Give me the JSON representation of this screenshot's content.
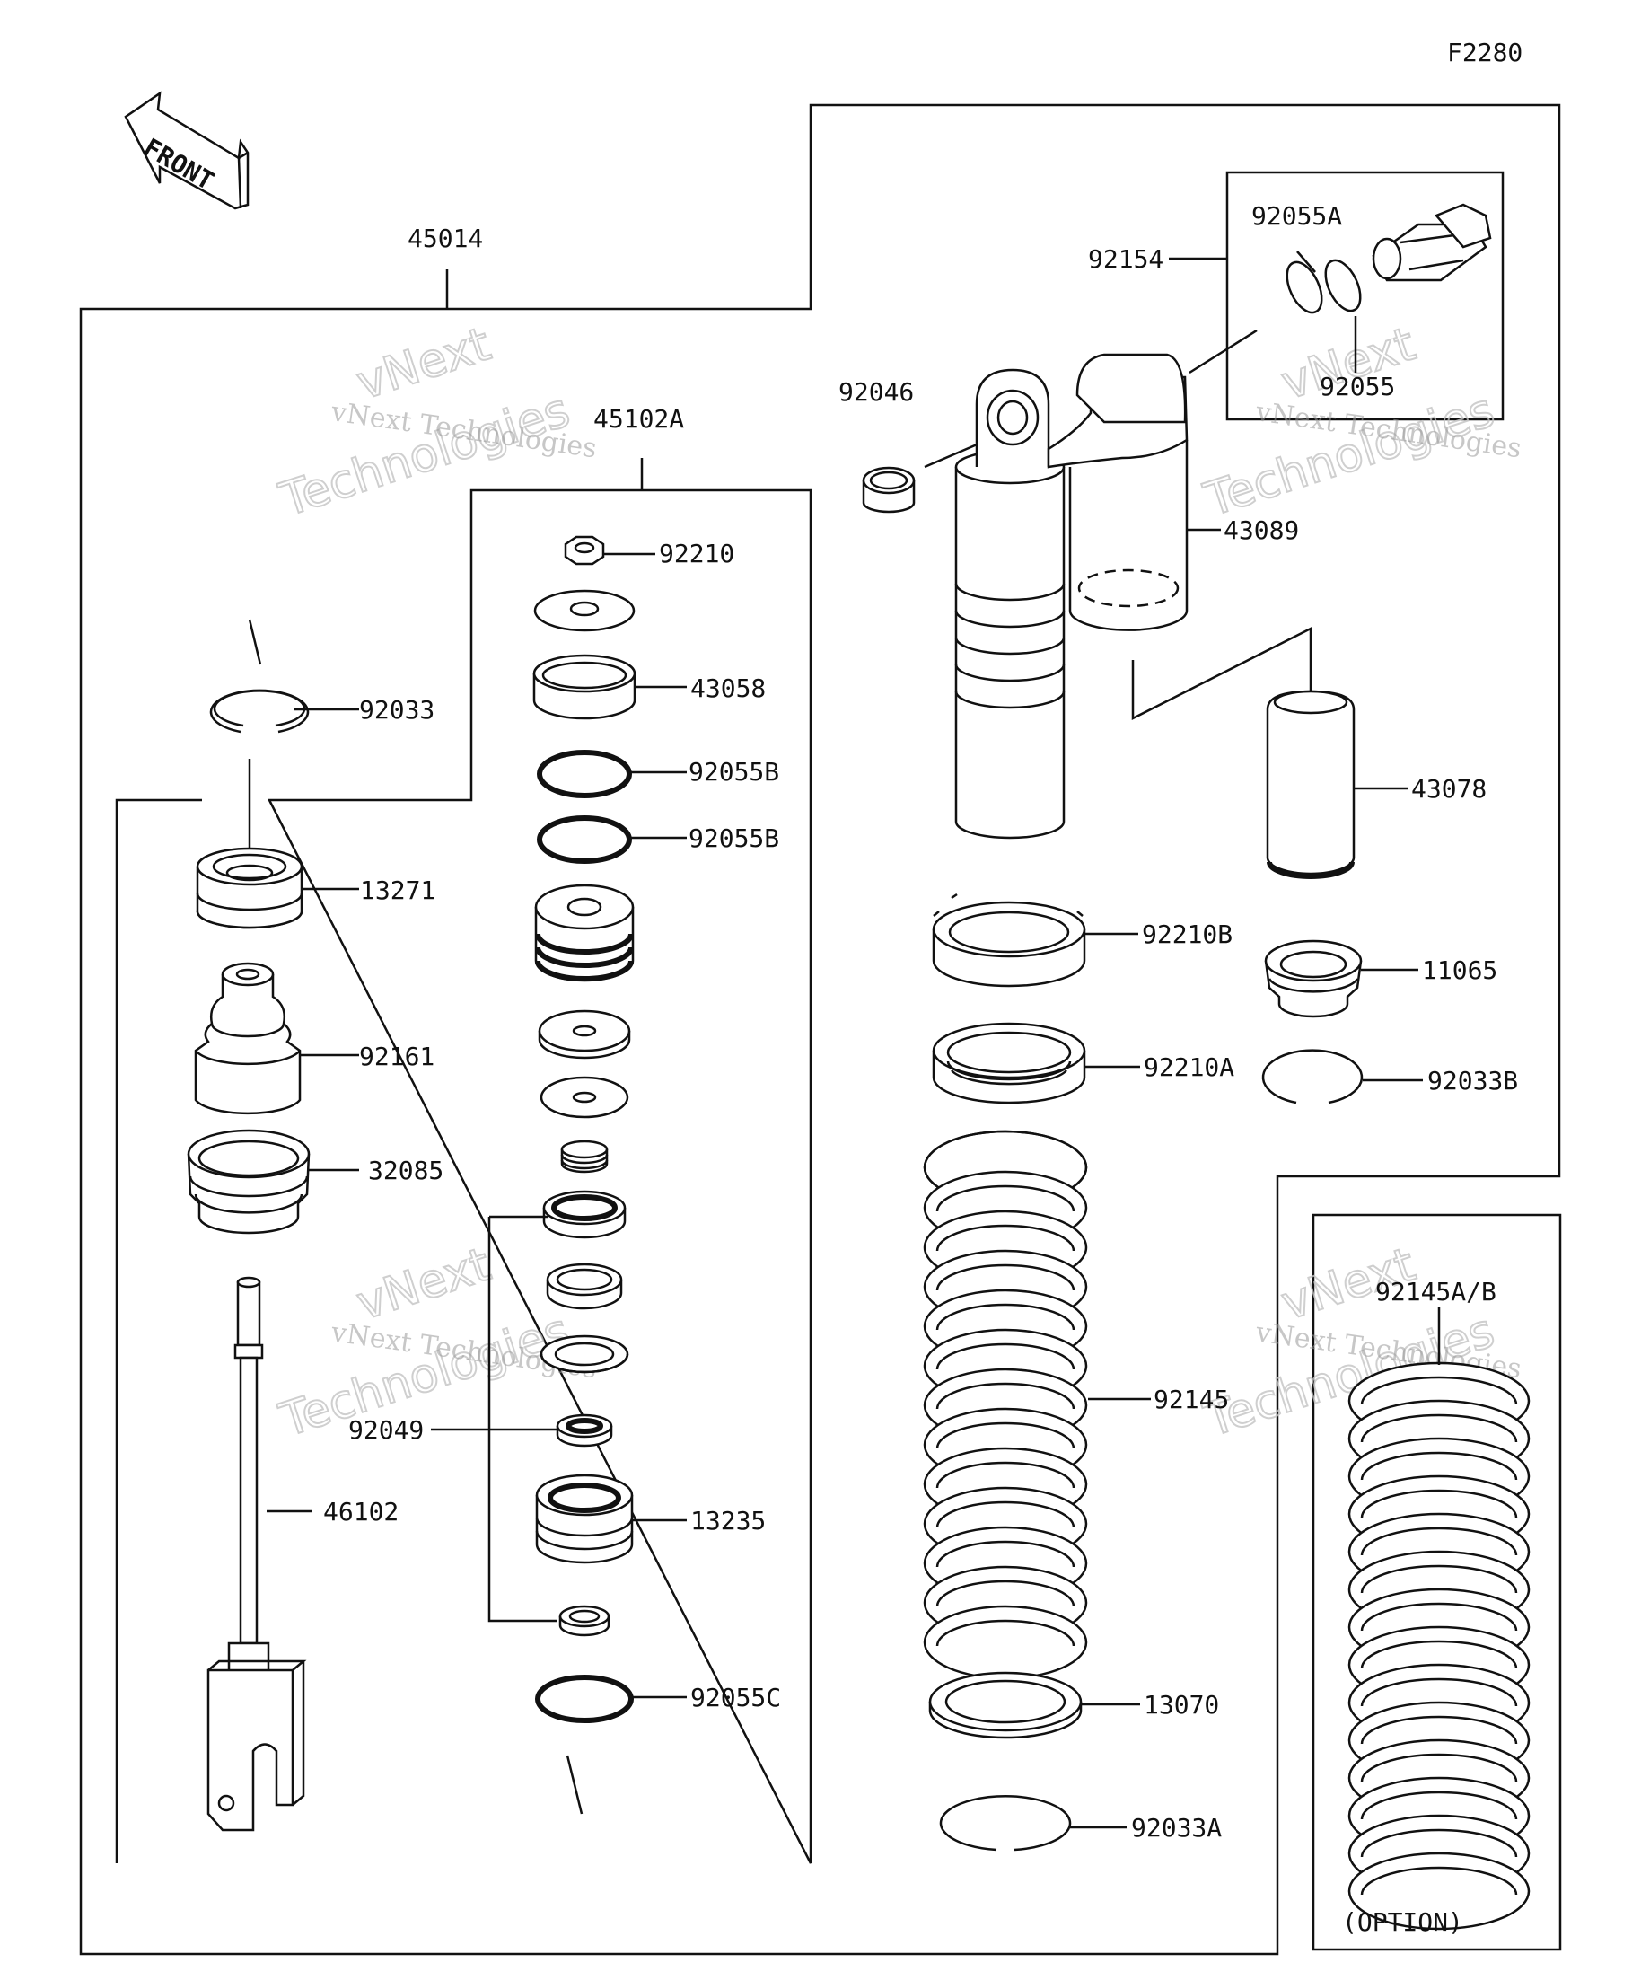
{
  "diagram": {
    "figure_code": "F2280",
    "front_label": "FRONT",
    "option_label": "(OPTION)",
    "watermark": {
      "line1": "vNext Technologies",
      "line2": "vNext",
      "line3": "Technologies"
    },
    "part_numbers": {
      "p45014": "45014",
      "p45102A": "45102A",
      "p92210": "92210",
      "p43058": "43058",
      "p92055B_1": "92055B",
      "p92055B_2": "92055B",
      "p92033": "92033",
      "p13271": "13271",
      "p92161": "92161",
      "p32085": "32085",
      "p46102": "46102",
      "p92049": "92049",
      "p13235": "13235",
      "p92055C": "92055C",
      "p92046": "92046",
      "p92154": "92154",
      "p92055A": "92055A",
      "p92055": "92055",
      "p43089": "43089",
      "p43078": "43078",
      "p92210B": "92210B",
      "p92210A": "92210A",
      "p11065": "11065",
      "p92033B": "92033B",
      "p92145": "92145",
      "p13070": "13070",
      "p92033A": "92033A",
      "p92145AB": "92145A/B"
    }
  }
}
